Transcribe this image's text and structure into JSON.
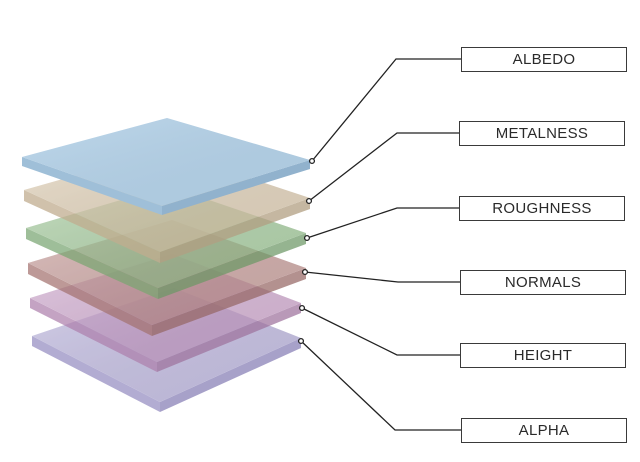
{
  "labels": {
    "albedo": "ALBEDO",
    "metalness": "METALNESS",
    "roughness": "ROUGHNESS",
    "normals": "NORMALS",
    "height": "HEIGHT",
    "alpha": "ALPHA"
  },
  "colors": {
    "albedo": "#b5d3ea",
    "metalness": "#d9c6a8",
    "roughness": "#93c08a",
    "normals": "#bd8b88",
    "height": "#c79ac6",
    "alpha": "#b7b0dc",
    "leader_line": "#222222"
  }
}
